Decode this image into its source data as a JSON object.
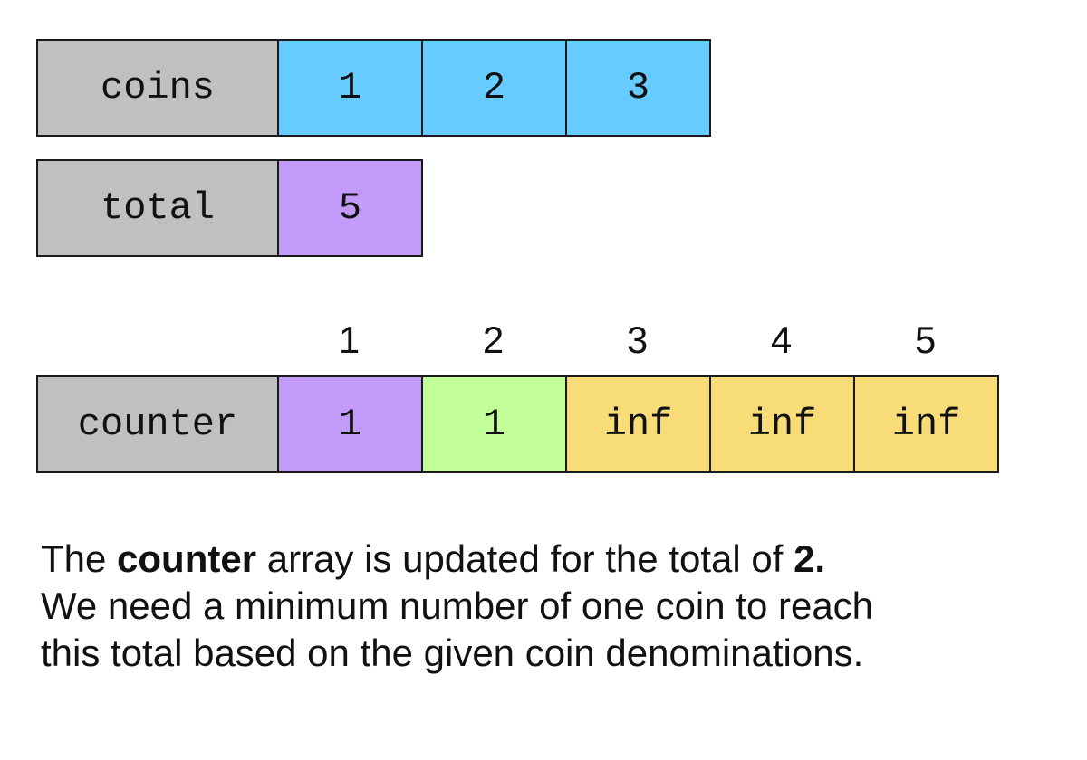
{
  "colors": {
    "label": "#c0c0c0",
    "coin": "#66ccff",
    "purple": "#c39bfa",
    "green": "#c3ff99",
    "yellow": "#f8dc78"
  },
  "coins": {
    "label": "coins",
    "values": [
      "1",
      "2",
      "3"
    ]
  },
  "total": {
    "label": "total",
    "value": "5"
  },
  "counter": {
    "label": "counter",
    "indices": [
      "1",
      "2",
      "3",
      "4",
      "5"
    ],
    "values": [
      "1",
      "1",
      "inf",
      "inf",
      "inf"
    ],
    "cell_colors": [
      "purple",
      "green",
      "yellow",
      "yellow",
      "yellow"
    ]
  },
  "caption": {
    "part1": "The ",
    "bold1": "counter",
    "part2": " array is updated for the total of ",
    "bold2": "2.",
    "line2": "We need a minimum number of one coin to reach",
    "line3": "this total based on the given coin denominations."
  }
}
